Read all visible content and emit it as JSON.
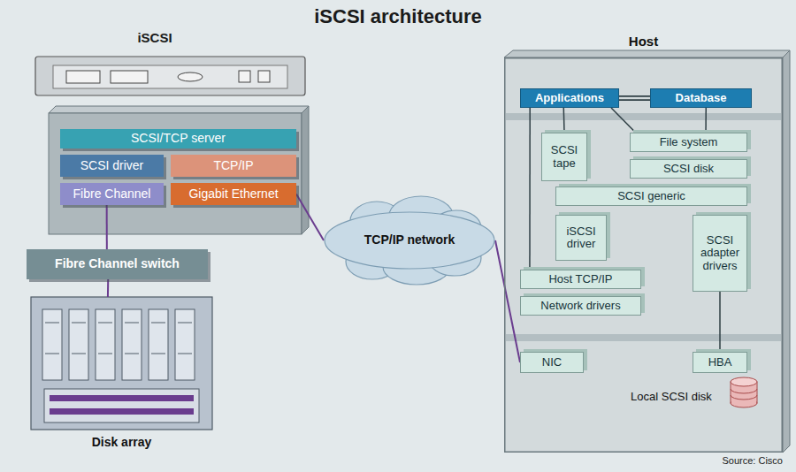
{
  "diagram": {
    "title": "iSCSI architecture",
    "nodes": [
      {
        "text": [
          "SCSI/TCP server"
        ]
      },
      {
        "text": [
          "SCSI driver"
        ]
      },
      {
        "text": [
          "TCP/IP"
        ]
      },
      {
        "text": [
          "Fibre Channel"
        ]
      },
      {
        "text": [
          "Gigabit Ethernet"
        ]
      },
      {
        "text": [
          "Fibre Channel switch"
        ]
      },
      {
        "text": [
          "Disk array"
        ]
      },
      {
        "text": [
          "TCP/IP network"
        ]
      },
      {
        "text": [
          "Host"
        ]
      },
      {
        "text": [
          "Applications"
        ],
        "in": 8
      },
      {
        "text": [
          "Database"
        ],
        "in": 8
      },
      {
        "text": [
          "SCSI tape"
        ],
        "in": 8
      },
      {
        "text": [
          "File system"
        ],
        "in": 8
      },
      {
        "text": [
          "SCSI disk"
        ],
        "in": 8
      },
      {
        "text": [
          "SCSI generic"
        ],
        "in": 8
      },
      {
        "text": [
          "iSCSI driver"
        ],
        "in": 8
      },
      {
        "text": [
          "SCSI adapter drivers"
        ],
        "in": 8
      },
      {
        "text": [
          "Host TCP/IP"
        ],
        "in": 8
      },
      {
        "text": [
          "Network drivers"
        ],
        "in": 8
      },
      {
        "text": [
          "NIC"
        ],
        "in": 8
      },
      {
        "text": [
          "HBA"
        ],
        "in": 8
      },
      {
        "text": [
          "Local SCSI disk"
        ],
        "in": 8
      }
    ],
    "edges": [
      {
        "from": 4,
        "to": 7,
        "arrow": "none"
      },
      {
        "from": 3,
        "to": 5,
        "arrow": "none"
      },
      {
        "from": 5,
        "to": 6,
        "arrow": "none"
      },
      {
        "from": 7,
        "to": 19,
        "arrow": "none"
      },
      {
        "from": 9,
        "to": 10,
        "arrow": "none"
      },
      {
        "from": 9,
        "to": 11,
        "arrow": "none"
      },
      {
        "from": 9,
        "to": 12,
        "arrow": "none"
      },
      {
        "from": 9,
        "to": 17,
        "arrow": "none"
      },
      {
        "from": 10,
        "to": 12,
        "arrow": "none"
      },
      {
        "from": 16,
        "to": 20,
        "arrow": "none"
      }
    ],
    "labels": [
      "iSCSI",
      "Source: Cisco"
    ]
  }
}
